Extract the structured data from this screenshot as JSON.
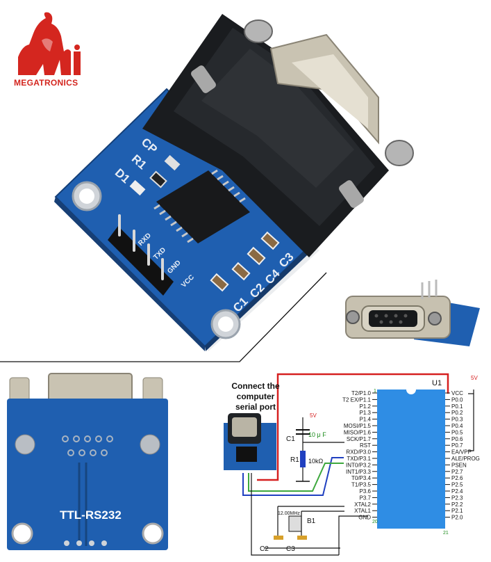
{
  "brand": {
    "name": "MEGATRONICS",
    "logo_letters": "Mi",
    "color": "#d4261f"
  },
  "board": {
    "silkscreen": [
      "CP",
      "R1",
      "D1",
      "C3",
      "C4",
      "C2",
      "C1",
      "RXD",
      "TXD",
      "GND",
      "VCC"
    ],
    "back_label": "TTL-RS232",
    "pcb_color": "#1f5fb0"
  },
  "schematic": {
    "caption": "Connect the computer serial port",
    "ic_label": "U1",
    "ic_color": "#2f8de4",
    "left_pins": [
      "T2/P1.0",
      "T2 EX/P1.1",
      "P1.2",
      "P1.3",
      "P1.4",
      "MOSI/P1.5",
      "MISO/P1.6",
      "SCK/P1.7",
      "RST",
      "RXD/P3.0",
      "TXD/P3.1",
      "INT0/P3.2",
      "INT1/P3.3",
      "T0/P3.4",
      "T1/P3.5",
      "P3.6",
      "P3.7",
      "XTAL2",
      "XTAL1",
      "GND"
    ],
    "right_pins": [
      "VCC",
      "P0.0",
      "P0.1",
      "P0.2",
      "P0.3",
      "P0.4",
      "P0.5",
      "P0.6",
      "P0.7",
      "EA/VPP",
      "ALE/PROG",
      "PSEN",
      "P2.7",
      "P2.6",
      "P2.5",
      "P2.4",
      "P2.3",
      "P2.2",
      "P2.1",
      "P2.0"
    ],
    "pin_numbers": {
      "top_left": "1",
      "bottom_left": "20",
      "bottom_right": "21"
    },
    "labels": {
      "vcc_supply": "5V",
      "rc_supply": "5V",
      "c1": "C1",
      "c1_value": "10 μ F",
      "r1": "R1",
      "r1_value": "10kΩ",
      "crystal": "B1",
      "crystal_value": "12.00MHz",
      "c2": "C2",
      "c3": "C3"
    }
  }
}
